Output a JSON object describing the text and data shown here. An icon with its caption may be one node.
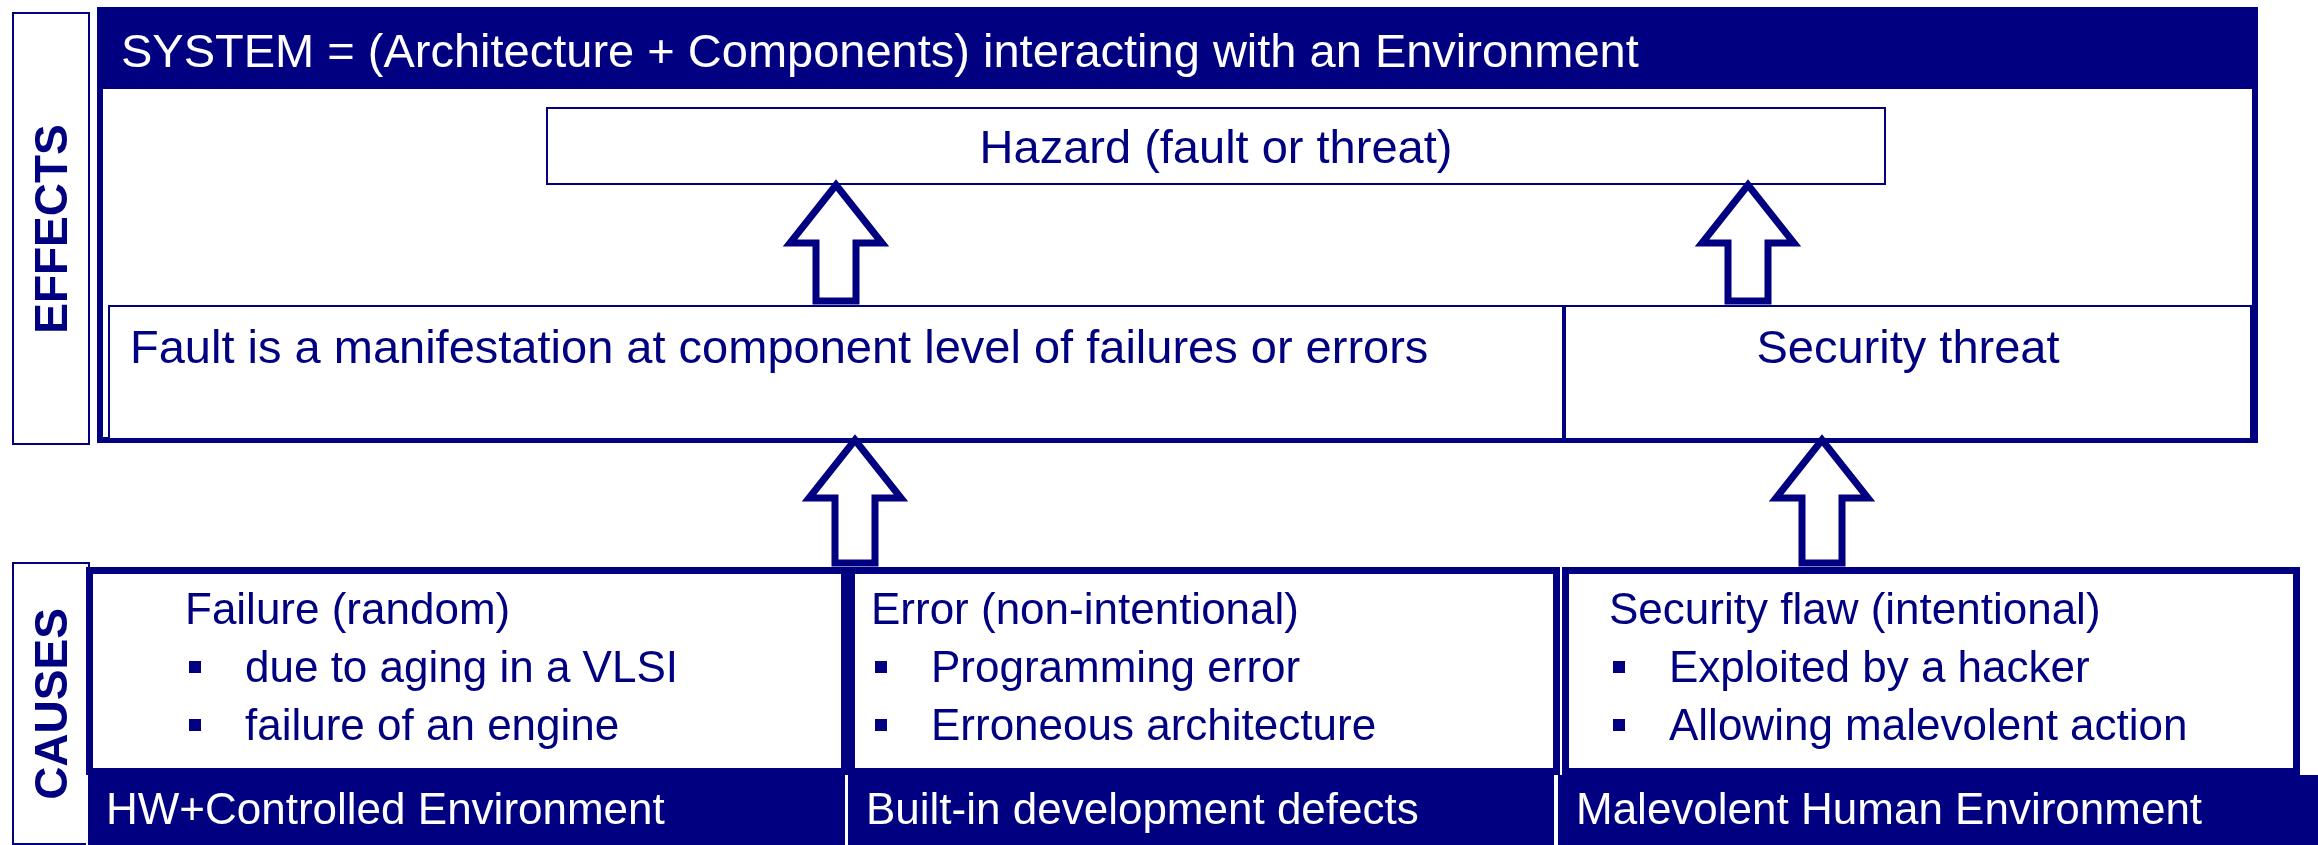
{
  "diagram": {
    "nodes": [
      {
        "text": [
          "EFFECTS"
        ]
      },
      {
        "text": [
          "SYSTEM = (Architecture + Components) interacting with an Environment"
        ]
      },
      {
        "text": [
          "Hazard (fault or threat)"
        ],
        "in": 1
      },
      {
        "text": [
          "Fault is a manifestation at component level  of failures or errors"
        ],
        "in": 1
      },
      {
        "text": [
          "Security threat"
        ],
        "in": 1
      },
      {
        "text": [
          "CAUSES"
        ]
      },
      {
        "text": [
          "Failure (random)",
          "due to aging in a VLSI",
          "failure of an engine"
        ]
      },
      {
        "text": [
          "Error (non-intentional)",
          "Programming error",
          "Erroneous architecture"
        ]
      },
      {
        "text": [
          "Security flaw (intentional)",
          "Exploited by a hacker",
          "Allowing malevolent action"
        ]
      },
      {
        "text": [
          "HW+Controlled Environment"
        ]
      },
      {
        "text": [
          "Built-in development defects"
        ]
      },
      {
        "text": [
          "Malevolent Human Environment"
        ]
      }
    ],
    "edges": [
      {
        "from": 6,
        "to": 3,
        "arrow": "to"
      },
      {
        "from": 7,
        "to": 3,
        "arrow": "to"
      },
      {
        "from": 8,
        "to": 4,
        "arrow": "to"
      },
      {
        "from": 3,
        "to": 2,
        "arrow": "to"
      },
      {
        "from": 4,
        "to": 2,
        "arrow": "to"
      }
    ]
  }
}
